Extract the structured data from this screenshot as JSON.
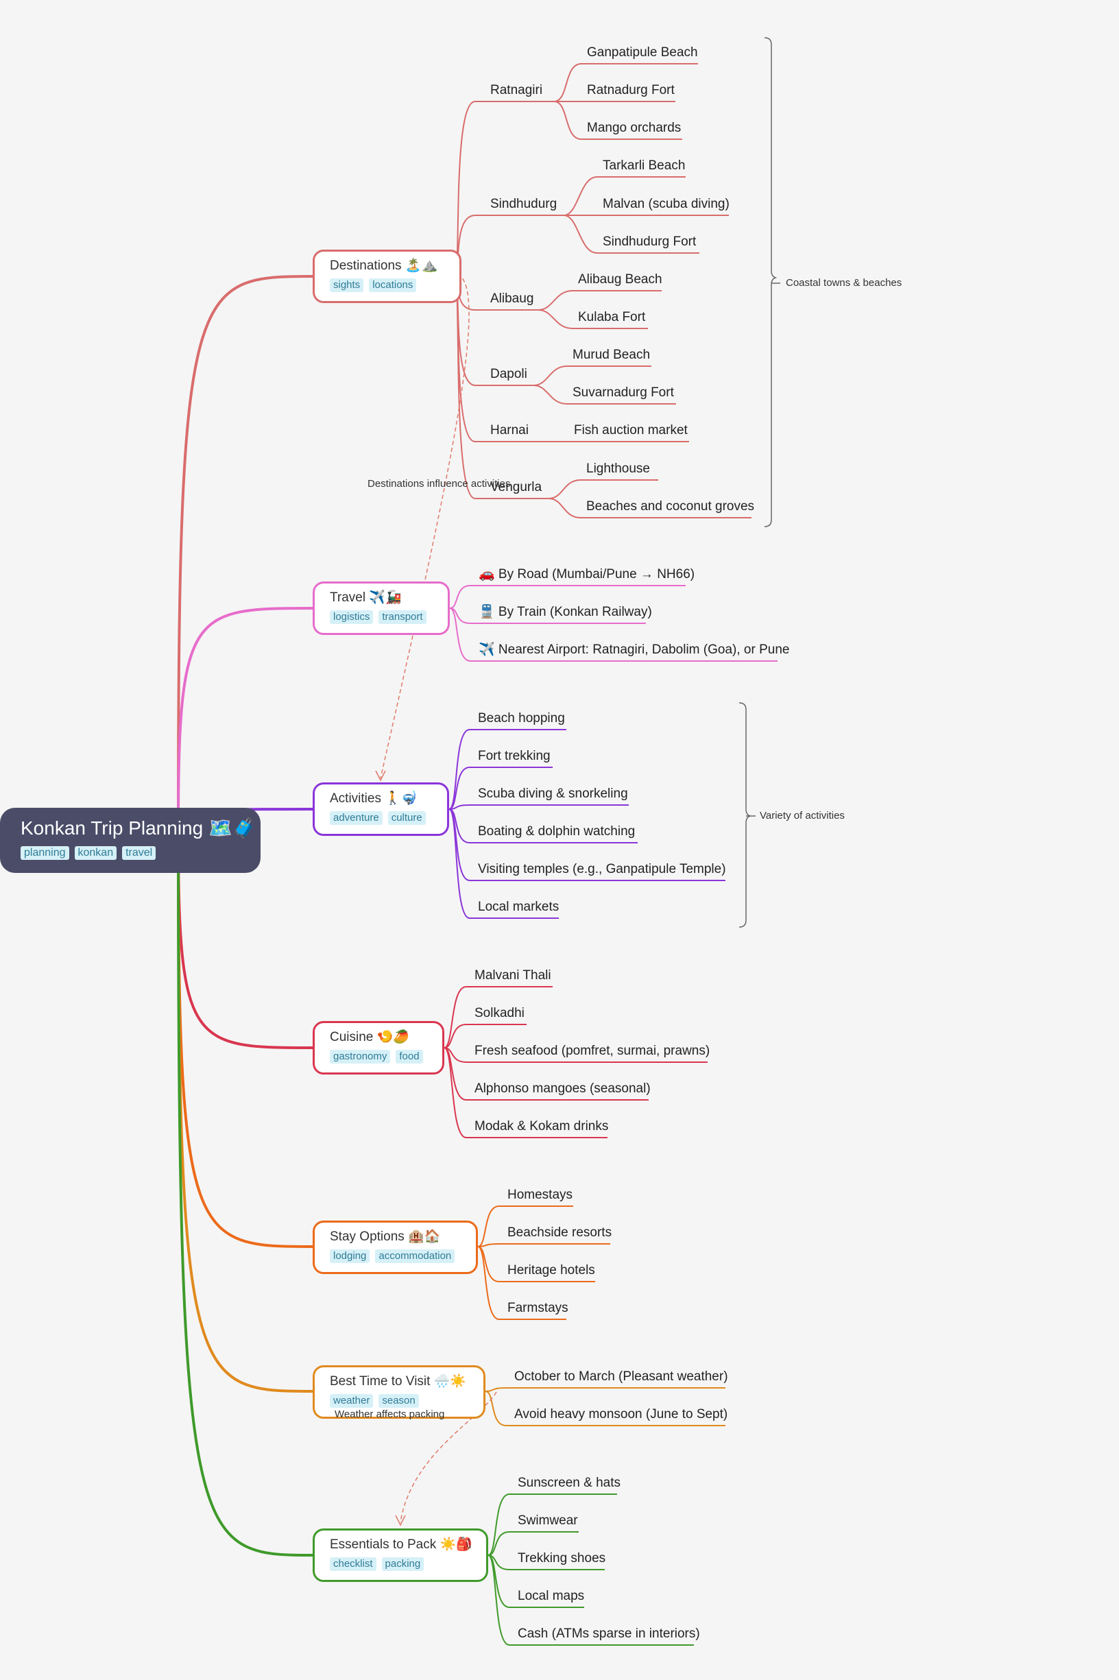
{
  "root": {
    "title": "Konkan Trip Planning 🗺️🧳",
    "tags": [
      "planning",
      "konkan",
      "travel"
    ]
  },
  "topics": {
    "destinations": {
      "title": "Destinations 🏝️⛰️",
      "tags": [
        "sights",
        "locations"
      ],
      "color": "#d96c6c"
    },
    "travel": {
      "title": "Travel ✈️🚂",
      "tags": [
        "logistics",
        "transport"
      ],
      "color": "#e76ccb"
    },
    "activities": {
      "title": "Activities 🚶🤿",
      "tags": [
        "adventure",
        "culture"
      ],
      "color": "#8a35d9"
    },
    "cuisine": {
      "title": "Cuisine 🍤🥭",
      "tags": [
        "gastronomy",
        "food"
      ],
      "color": "#d9364f"
    },
    "stay": {
      "title": "Stay Options 🏨🏠",
      "tags": [
        "lodging",
        "accommodation"
      ],
      "color": "#ec6a1a"
    },
    "best_time": {
      "title": "Best Time to Visit 🌧️☀️",
      "tags": [
        "weather",
        "season"
      ],
      "color": "#e08a1e"
    },
    "essentials": {
      "title": "Essentials to Pack ☀️🎒",
      "tags": [
        "checklist",
        "packing"
      ],
      "color": "#3f9a2a"
    }
  },
  "destinations": {
    "ratnagiri": {
      "label": "Ratnagiri",
      "items": [
        "Ganpatipule Beach",
        "Ratnadurg Fort",
        "Mango orchards"
      ]
    },
    "sindhudurg": {
      "label": "Sindhudurg",
      "items": [
        "Tarkarli Beach",
        "Malvan (scuba diving)",
        "Sindhudurg Fort"
      ]
    },
    "alibaug": {
      "label": "Alibaug",
      "items": [
        "Alibaug Beach",
        "Kulaba Fort"
      ]
    },
    "dapoli": {
      "label": "Dapoli",
      "items": [
        "Murud Beach",
        "Suvarnadurg Fort"
      ]
    },
    "harnai": {
      "label": "Harnai",
      "items": [
        "Fish auction market"
      ]
    },
    "vengurla": {
      "label": "Vengurla",
      "items": [
        "Lighthouse",
        "Beaches and coconut groves"
      ]
    }
  },
  "travel_items": [
    "🚗 By Road (Mumbai/Pune → NH66)",
    "🚆 By Train (Konkan Railway)",
    "✈️ Nearest Airport: Ratnagiri, Dabolim (Goa), or Pune"
  ],
  "activities_items": [
    "Beach hopping",
    "Fort trekking",
    "Scuba diving & snorkeling",
    "Boating & dolphin watching",
    "Visiting temples (e.g., Ganpatipule Temple)",
    "Local markets"
  ],
  "cuisine_items": [
    "Malvani Thali",
    "Solkadhi",
    "Fresh seafood (pomfret, surmai, prawns)",
    "Alphonso mangoes (seasonal)",
    "Modak & Kokam drinks"
  ],
  "stay_items": [
    "Homestays",
    "Beachside resorts",
    "Heritage hotels",
    "Farmstays"
  ],
  "best_time_items": [
    "October to March (Pleasant weather)",
    "Avoid heavy monsoon (June to Sept)"
  ],
  "essentials_items": [
    "Sunscreen & hats",
    "Swimwear",
    "Trekking shoes",
    "Local maps",
    "Cash (ATMs sparse in interiors)"
  ],
  "summaries": {
    "coastal": "Coastal towns & beaches",
    "activities": "Variety of activities"
  },
  "relations": {
    "destinations_activities": "Destinations influence activities",
    "weather_packing": "Weather affects packing"
  }
}
